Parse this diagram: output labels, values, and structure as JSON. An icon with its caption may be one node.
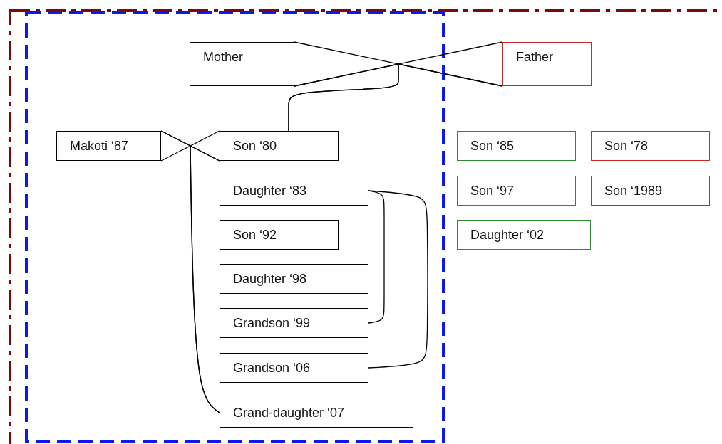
{
  "diagram": {
    "nodes": [
      {
        "text": [
          "Mother"
        ]
      },
      {
        "text": [
          "Father"
        ]
      },
      {
        "text": [
          "Makoti ‘87"
        ]
      },
      {
        "text": [
          "Son ‘80"
        ]
      },
      {
        "text": [
          "Son ‘85"
        ]
      },
      {
        "text": [
          "Son ‘78"
        ]
      },
      {
        "text": [
          "Daughter ‘83"
        ]
      },
      {
        "text": [
          "Son ‘97"
        ]
      },
      {
        "text": [
          "Son ‘1989"
        ]
      },
      {
        "text": [
          "Son ‘92"
        ]
      },
      {
        "text": [
          "Daughter ‘02"
        ]
      },
      {
        "text": [
          "Daughter ‘98"
        ]
      },
      {
        "text": [
          "Grandson ‘99"
        ]
      },
      {
        "text": [
          "Grandson ‘06"
        ]
      },
      {
        "text": [
          "Grand-daughter ‘07"
        ]
      }
    ],
    "edges": [
      {
        "from": 0,
        "to": 1,
        "arrow": "none"
      },
      {
        "from": 0,
        "to": 3,
        "arrow": "none"
      },
      {
        "from": 1,
        "to": 3,
        "arrow": "none"
      },
      {
        "from": 2,
        "to": 3,
        "arrow": "none"
      },
      {
        "from": 2,
        "to": 14,
        "arrow": "none"
      },
      {
        "from": 3,
        "to": 14,
        "arrow": "none"
      },
      {
        "from": 6,
        "to": 12,
        "arrow": "none"
      },
      {
        "from": 6,
        "to": 13,
        "arrow": "none"
      }
    ]
  }
}
